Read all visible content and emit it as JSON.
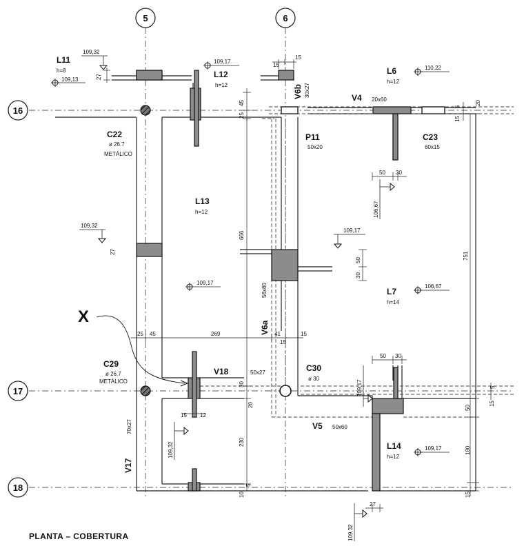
{
  "axes": {
    "vertical": [
      "5",
      "6"
    ],
    "horizontal": [
      "16",
      "17",
      "18"
    ]
  },
  "slabs": [
    {
      "name": "L11",
      "h": "h=8"
    },
    {
      "name": "L12",
      "h": "h=12"
    },
    {
      "name": "L6",
      "h": "h=12"
    },
    {
      "name": "L13",
      "h": "h=12"
    },
    {
      "name": "L7",
      "h": "h=14"
    },
    {
      "name": "L14",
      "h": "h=12"
    }
  ],
  "beams": {
    "v4": {
      "name": "V4",
      "size": "20x60"
    },
    "v6b": {
      "name": "V6b",
      "size": "30x27"
    },
    "v6a": {
      "name": "V6a",
      "size": "56x80"
    },
    "v18": {
      "name": "V18",
      "size": "50x27"
    },
    "v5": {
      "name": "V5",
      "size": "50x60"
    },
    "v17": {
      "name": "V17",
      "size": "70x27"
    }
  },
  "columns": {
    "c22": {
      "name": "C22",
      "dia": "ø 26.7",
      "mat": "METÁLICO"
    },
    "c23": {
      "name": "C23",
      "size": "60x15"
    },
    "c29": {
      "name": "C29",
      "dia": "ø 26.7",
      "mat": "METÁLICO"
    },
    "c30": {
      "name": "C30",
      "dia": "ø 30"
    },
    "p11": {
      "name": "P11",
      "size": "50x20"
    }
  },
  "levels": {
    "l11_top": "109,32",
    "l11": "109,13",
    "l12": "109,17",
    "l6": "110,22",
    "l13_left": "109,32",
    "l13": "109,17",
    "v6a": "109,17",
    "l7": "106,67",
    "p11_below": "106,67",
    "c30_side": "109,17",
    "l14": "109,17",
    "v17_side": "109,32",
    "bottom": "109,32"
  },
  "dims": {
    "d15a": "15",
    "d15b": "15",
    "d27a": "27",
    "d45": "45",
    "d25a": "25",
    "d5a": "5",
    "d20a": "20",
    "d15c": "15",
    "d50a": "50",
    "d30a": "30",
    "d27b": "27",
    "d666": "666",
    "d751": "751",
    "d50b": "50",
    "d30b": "30",
    "d25b": "25",
    "d45b": "45",
    "d269": "269",
    "d41": "41",
    "d15d": "15",
    "d15e": "15",
    "d50c": "50",
    "d30c": "30",
    "d30d": "30",
    "d20b": "20",
    "d5b": "5",
    "d15f": "15",
    "d50d": "50",
    "d15g": "15",
    "d12": "12",
    "d230": "230",
    "d180": "180",
    "d5c": "5",
    "d10": "10",
    "d15h": "15",
    "d27c": "27"
  },
  "marker": "X",
  "title": "PLANTA  –  COBERTURA"
}
